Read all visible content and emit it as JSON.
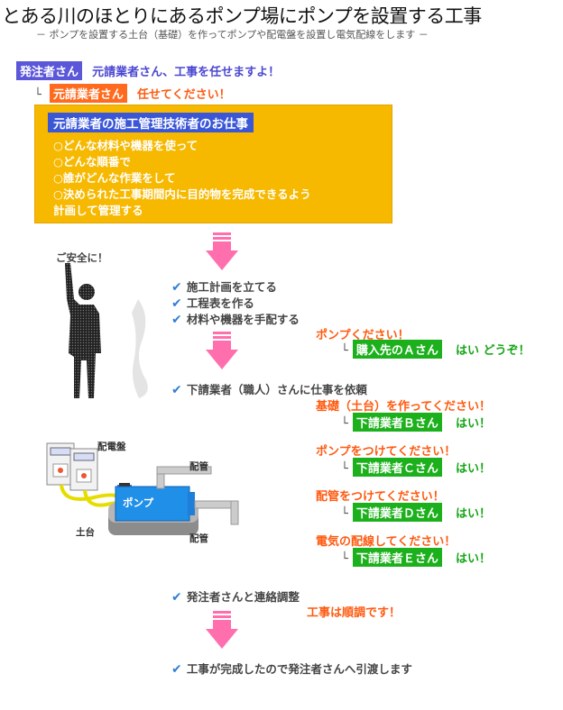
{
  "header": {
    "title": "とある川のほとりにあるポンプ場にポンプを設置する工事",
    "subtitle": "－ ポンプを設置する土台（基礎）を作ってポンプや配電盤を設置し電気配線をします －"
  },
  "intro": {
    "client_tag": "発注者さん",
    "client_text": "元請業者さん、工事を任せますよ！",
    "contractor_tag": "元請業者さん",
    "contractor_text": "任せてください！"
  },
  "duties": {
    "heading": "元請業者の施工管理技術者のお仕事",
    "lines": [
      "○どんな材料や機器を使って",
      "○どんな順番で",
      "○誰がどんな作業をして",
      "○決められた工事期間内に目的物を完成できるよう",
      "計画して管理する"
    ]
  },
  "figure": {
    "safety_text": "ご安全に！",
    "panel_label": "配電盤",
    "pipe_label_top": "配管",
    "pipe_label_bottom": "配管",
    "base_label": "土台",
    "pump_label": "ポンプ"
  },
  "steps": {
    "step1": [
      "施工計画を立てる",
      "工程表を作る",
      "材料や機器を手配する"
    ],
    "pump_request": "ポンプください！",
    "supplier_tag": "購入先のＡさん",
    "supplier_reply": "はい どうぞ！",
    "step2": "下請業者（職人）さんに仕事を依頼",
    "requests": [
      {
        "request": "基礎（土台）を作ってください！",
        "who": "下請業者Ｂさん",
        "reply": "はい！"
      },
      {
        "request": "ポンプをつけてください！",
        "who": "下請業者Ｃさん",
        "reply": "はい！"
      },
      {
        "request": "配管をつけてください！",
        "who": "下請業者Ｄさん",
        "reply": "はい！"
      },
      {
        "request": "電気の配線してください！",
        "who": "下請業者Ｅさん",
        "reply": "はい！"
      }
    ],
    "step3": "発注者さんと連絡調整",
    "progress_note": "工事は順調です！",
    "step4": "工事が完成したので発注者さんへ引渡します"
  },
  "colors": {
    "orange": "#ff5a10",
    "green": "#1db01d",
    "blue": "#4b47d2",
    "yellow": "#f7b800",
    "arrow": "#ff6fae"
  }
}
